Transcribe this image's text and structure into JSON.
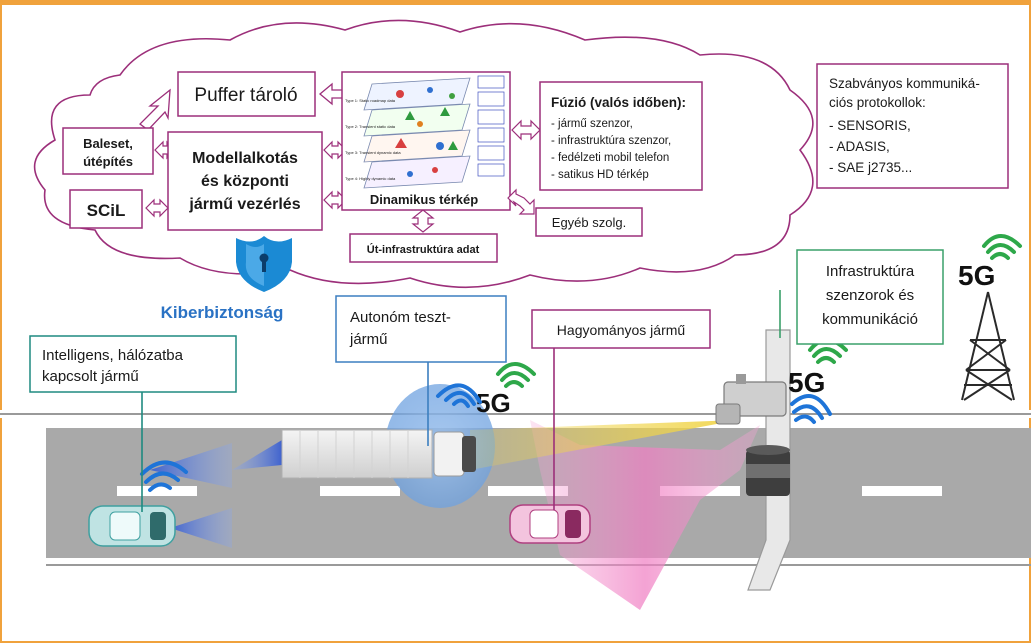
{
  "cloud": {
    "puffer": "Puffer tároló",
    "baleset_line1": "Baleset,",
    "baleset_line2": "útépítés",
    "model_line1": "Modellalkotás",
    "model_line2": "és központi",
    "model_line3": "jármű vezérlés",
    "scil": "SCiL",
    "dynmap": "Dinamikus térkép",
    "infra_data": "Út-infrastruktúra adat",
    "fusion_title": "Fúzió (valós időben):",
    "fusion_items": [
      "- jármű szenzor,",
      "- infrastruktúra szenzor,",
      "- fedélzeti mobil telefon",
      "- satikus HD térkép"
    ],
    "other_services": "Egyéb szolg.",
    "map_layer_labels": [
      "Type 1: Static roadmap data",
      "Type 2: Transient static data",
      "Type 3: Transient dynamic data",
      "Type 4: Highly dynamic data"
    ]
  },
  "standards": {
    "line1": "Szabványos kommuniká-",
    "line2": "ciós protokollok:",
    "items": [
      "- SENSORIS,",
      "- ADASIS,",
      "- SAE j2735..."
    ]
  },
  "cybersecurity": "Kiberbiztonság",
  "callouts": {
    "intelligent_line1": "Intelligens, hálózatba",
    "intelligent_line2": "kapcsolt jármű",
    "autonomous_line1": "Autonóm teszt-",
    "autonomous_line2": "jármű",
    "conventional": "Hagyományos jármű",
    "infra_line1": "Infrastruktúra",
    "infra_line2": "szenzorok és",
    "infra_line3": "kommunikáció"
  },
  "badges": {
    "g5": "5G"
  },
  "colors": {
    "orange_border": "#f0a23c",
    "magenta": "#9c2f7a",
    "teal": "#1f8a80",
    "blue_box": "#3c7fc0",
    "green_box": "#3aa06a",
    "road": "#a9a9a9",
    "wifi_blue": "#1e74d8",
    "wifi_green": "#2ea84a"
  }
}
